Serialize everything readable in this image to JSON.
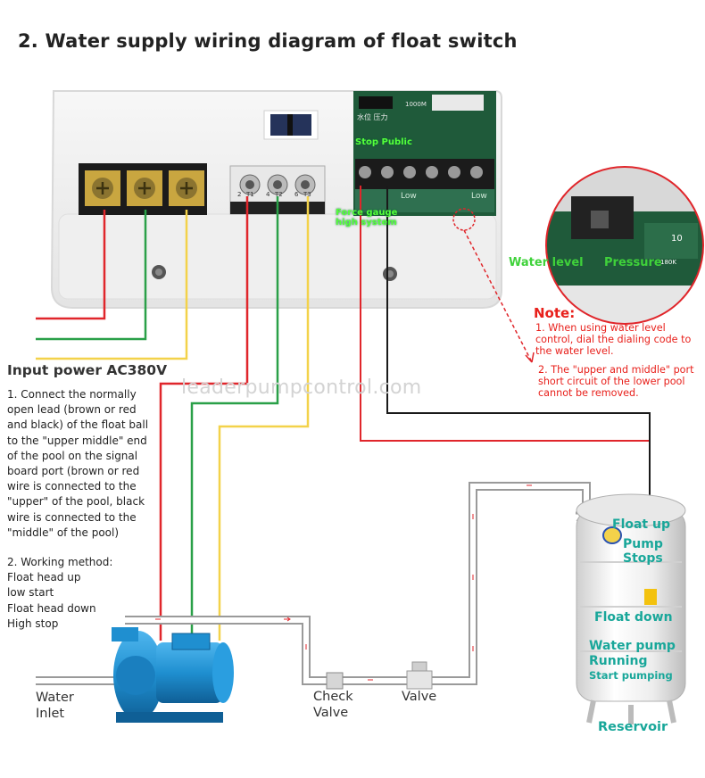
{
  "title": "2. Water supply wiring diagram of  float switch",
  "watermark": "leaderpumpcontrol.com",
  "input_power": "Input power AC380V",
  "instructions": "1. Connect the normally open lead (brown or red and black) of the float ball to the \"upper middle\" end of the pool on the signal board port (brown or red wire is connected to the \"upper\" of the pool, black wire is connected to the \"middle\" of the pool)",
  "working_method": {
    "heading": "2. Working method:",
    "lines": [
      "Float head up",
      "low start",
      "Float head down",
      "High stop"
    ]
  },
  "board": {
    "stop_public": "Stop Public",
    "force_gauge": "Force gauge",
    "high_system": "high system",
    "terminal_labels": [
      "2",
      "T1",
      "4",
      "T2",
      "6",
      "T3"
    ],
    "port_labels": [
      "Low",
      "Low"
    ],
    "top_chars": "水位  压力",
    "chip_text": "1000M"
  },
  "zoom": {
    "water_level": "Water level",
    "pressure": "Pressure",
    "chip_text": "180K",
    "chip_num": "10"
  },
  "note": {
    "title": "Note:",
    "items": [
      "1. When using water level control, dial the dialing code to the water level.",
      "2. The \"upper and middle\" port short circuit of the lower pool cannot be removed."
    ]
  },
  "tank": {
    "float_up": "Float up",
    "pump_stops": "Pump Stops",
    "float_down": "Float down",
    "water_pump": "Water pump",
    "running": "Running",
    "start_pumping": "Start pumping",
    "reservoir": "Reservoir"
  },
  "pipeline": {
    "water_inlet": [
      "Water",
      "Inlet"
    ],
    "check_valve": [
      "Check",
      "Valve"
    ],
    "valve": "Valve"
  },
  "colors": {
    "red_wire": "#e0262b",
    "green_wire": "#2aa048",
    "yellow_wire": "#f3d24a",
    "black_wire": "#1a1a1a",
    "note_red": "#e8201b",
    "teal_label": "#19a79a",
    "board_green": "#1f5a3a",
    "pump_blue": "#1f8fd0"
  }
}
